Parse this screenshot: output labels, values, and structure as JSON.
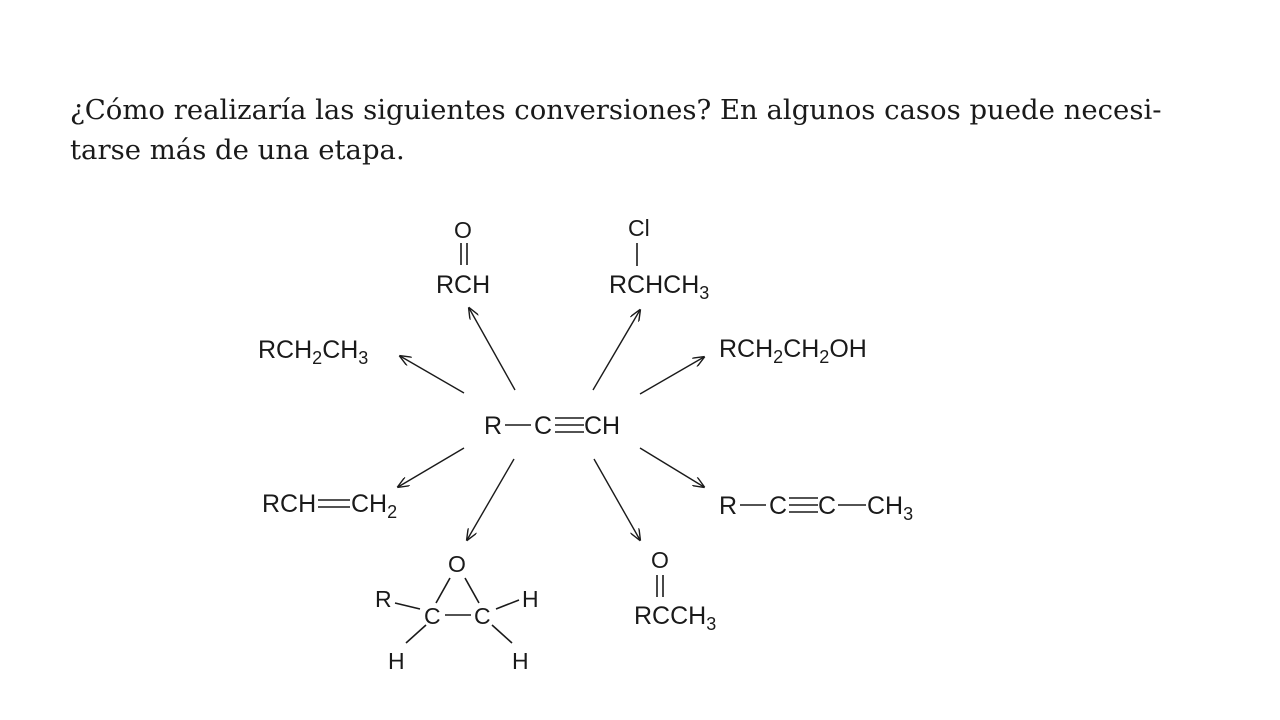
{
  "question": {
    "line1": "¿Cómo realizaría las siguientes conversiones? En algunos casos puede necesi-",
    "line2": "tarse más de una etapa."
  },
  "center": {
    "r": "R",
    "c": "C",
    "ch": "CH"
  },
  "aldehyde": {
    "o": "O",
    "rch": "RCH"
  },
  "chloride": {
    "cl": "Cl",
    "main": "RCHCH",
    "sub3": "3"
  },
  "alcohol": {
    "a": "RCH",
    "s1": "2",
    "b": "CH",
    "s2": "2",
    "c": "OH"
  },
  "alkane": {
    "a": "RCH",
    "s1": "2",
    "b": "CH",
    "s2": "3"
  },
  "internal_alkyne": {
    "r": "R",
    "c1": "C",
    "c2": "C",
    "ch": "CH",
    "sub3": "3"
  },
  "alkene": {
    "a": "RCH",
    "b": "CH",
    "sub2": "2"
  },
  "epoxide": {
    "o": "O",
    "r": "R",
    "c1": "C",
    "c2": "C",
    "h_right": "H",
    "h_bl": "H",
    "h_br": "H"
  },
  "ketone": {
    "o": "O",
    "main": "RCCH",
    "sub3": "3"
  }
}
